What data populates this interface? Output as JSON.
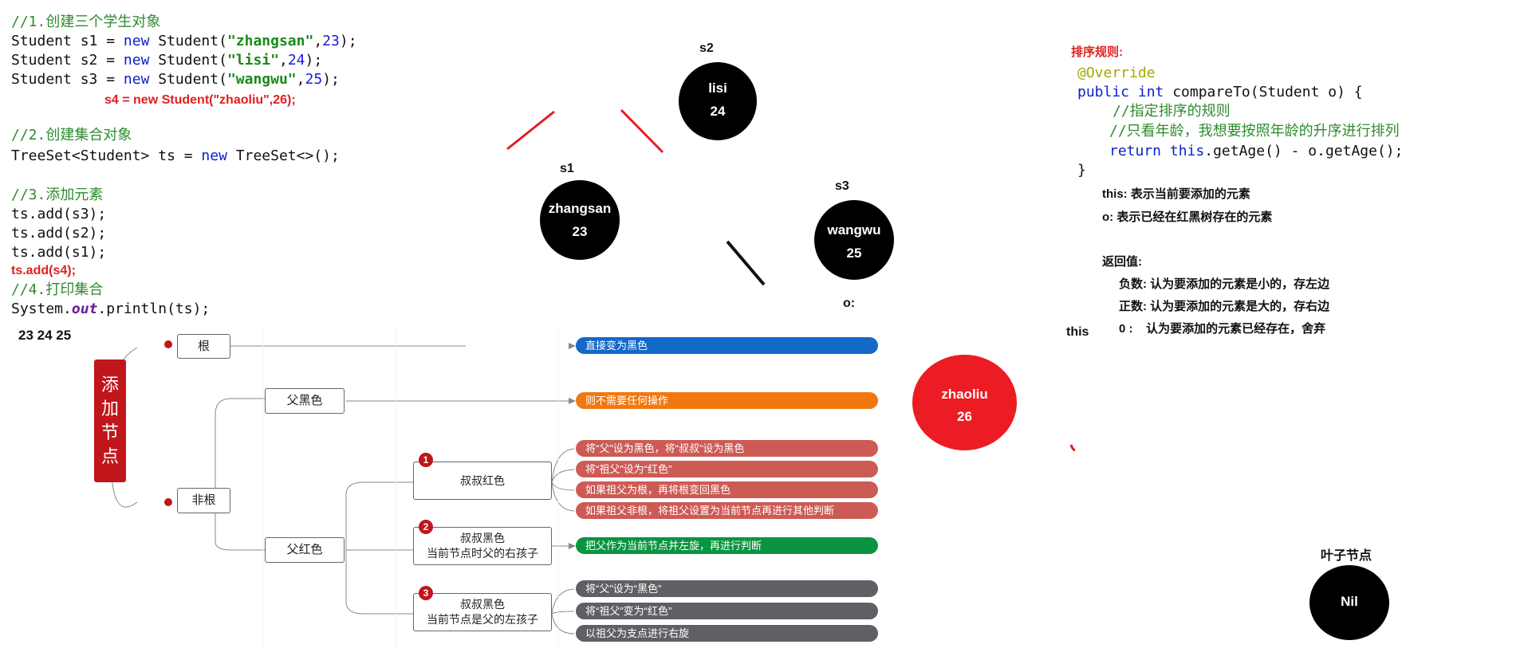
{
  "code": {
    "c1": "//1.创建三个学生对象",
    "s1_pre": "Student s1 = ",
    "s1_new": "new",
    "s1_mid": " Student(",
    "s1_str": "\"zhangsan\"",
    "s1_c": ",",
    "s1_num": "23",
    "s1_end": ");",
    "s2_pre": "Student s2 = ",
    "s2_new": "new",
    "s2_mid": " Student(",
    "s2_str": "\"lisi\"",
    "s2_c": ",",
    "s2_num": "24",
    "s2_end": ");",
    "s3_pre": "Student s3 = ",
    "s3_new": "new",
    "s3_mid": " Student(",
    "s3_str": "\"wangwu\"",
    "s3_c": ",",
    "s3_num": "25",
    "s3_end": ");",
    "s4": "s4 = new Student(\"zhaoliu\",26);",
    "c2": "//2.创建集合对象",
    "ts_pre": "TreeSet<Student> ts = ",
    "ts_new": "new",
    "ts_end": " TreeSet<>();",
    "c3": "//3.添加元素",
    "add3": "ts.add(s3);",
    "add2": "ts.add(s2);",
    "add1": "ts.add(s1);",
    "add4": "ts.add(s4);",
    "c4": "//4.打印集合",
    "pr_pre": "System.",
    "pr_out": "out",
    "pr_end": ".println(ts);",
    "output": "23 24 25"
  },
  "tree": {
    "s2": {
      "label": "s2",
      "name": "lisi",
      "age": "24"
    },
    "s1": {
      "label": "s1",
      "name": "zhangsan",
      "age": "23"
    },
    "s3": {
      "label": "s3",
      "name": "wangwu",
      "age": "25"
    },
    "o_label": "o:",
    "zhaoliu": {
      "name": "zhaoliu",
      "age": "26"
    },
    "nil": {
      "label": "叶子节点",
      "name": "Nil"
    }
  },
  "rule": {
    "title": "排序规则:",
    "l1": "@Override",
    "l2_kw": "public int",
    "l2_rest": " compareTo(Student o) {",
    "l3": "//指定排序的规则",
    "l4": "//只看年龄，我想要按照年龄的升序进行排列",
    "l5_kw": "return",
    "l5_sp": " ",
    "l5_this": "this",
    "l5_rest": ".getAge() - o.getAge();",
    "l6": "}",
    "this_desc": "this: 表示当前要添加的元素",
    "o_desc": "o: 表示已经在红黑树存在的元素",
    "ret": "返回值:",
    "neg": "负数: 认为要添加的元素是小的，存左边",
    "pos": "正数: 认为要添加的元素是大的，存右边",
    "zero": "0 :    认为要添加的元素已经存在，舍弃",
    "this_label": "this"
  },
  "mindmap": {
    "title": "添加节点",
    "root": "根",
    "non_root": "非根",
    "father_black": "父黑色",
    "father_red": "父红色",
    "uncle_red": "叔叔红色",
    "uncle_black_right_1": "叔叔黑色",
    "uncle_black_right_2": "当前节点时父的右孩子",
    "uncle_black_left_1": "叔叔黑色",
    "uncle_black_left_2": "当前节点是父的左孩子",
    "badge1": "1",
    "badge2": "2",
    "badge3": "3",
    "p_root": "直接变为黑色",
    "p_father_black": "则不需要任何操作",
    "p_u1": "将“父”设为黑色，将“叔叔”设为黑色",
    "p_u2": "将“祖父”设为“红色”",
    "p_u3": "如果祖父为根，再将根变回黑色",
    "p_u4": "如果祖父非根，将祖父设置为当前节点再进行其他判断",
    "p_r1": "把父作为当前节点并左旋，再进行判断",
    "p_l1": "将“父”设为“黑色”",
    "p_l2": "将“祖父”变为“红色”",
    "p_l3": "以祖父为支点进行右旋"
  },
  "colors": {
    "blue": "#1468c8",
    "orange": "#f07810",
    "red": "#cd5b55",
    "green": "#0a9440",
    "gray": "#5e6064",
    "accent": "#c0161b"
  }
}
